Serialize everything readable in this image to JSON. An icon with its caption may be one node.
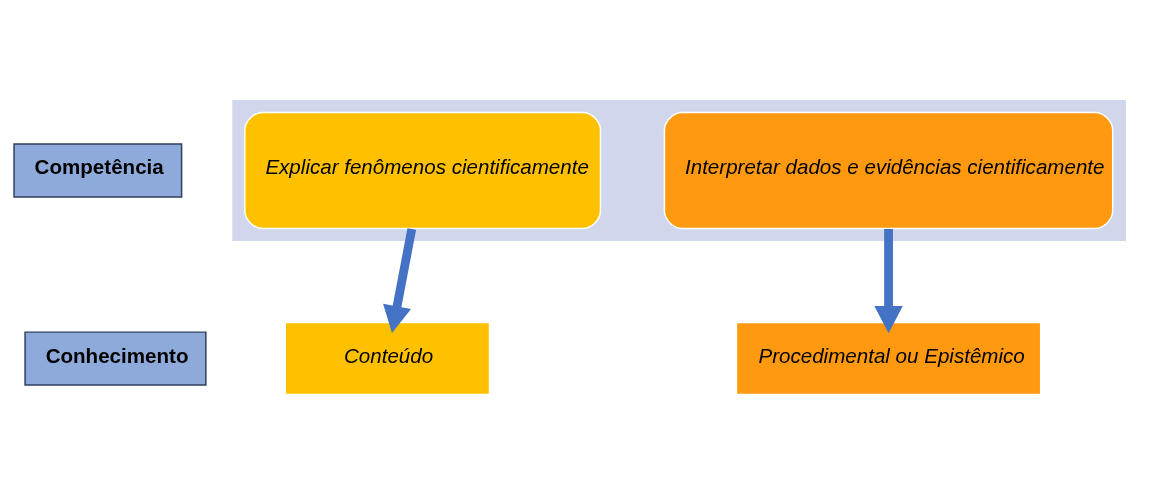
{
  "diagram": {
    "nodes": [
      {
        "text": [
          "Competência"
        ]
      },
      {
        "text": [
          "Conhecimento"
        ]
      },
      {
        "text": [],
        "shape": "arrow"
      },
      {
        "text": [
          "Explicar fenômenos cientificamente"
        ],
        "in": 2
      },
      {
        "text": [
          "Interpretar dados e evidências cientificamente"
        ],
        "in": 2
      },
      {
        "text": [
          "Conteúdo"
        ]
      },
      {
        "text": [
          "Procedimental ou Epistêmico"
        ]
      }
    ],
    "edges": [
      {
        "from": 3,
        "to": 5,
        "arrow": "to"
      },
      {
        "from": 4,
        "to": 6,
        "arrow": "to"
      }
    ]
  }
}
